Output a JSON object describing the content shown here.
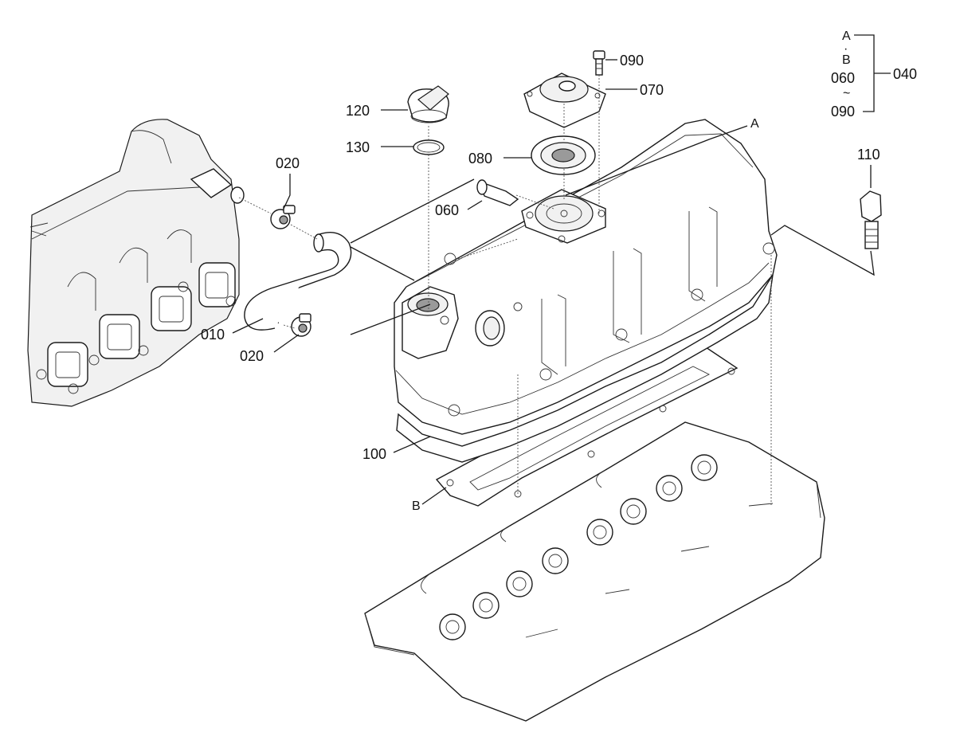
{
  "callouts": {
    "c010": "010",
    "c020_top": "020",
    "c020_bottom": "020",
    "c060": "060",
    "c070": "070",
    "c080": "080",
    "c090": "090",
    "c100": "100",
    "c110": "110",
    "c120": "120",
    "c130": "130",
    "ref_a": "A",
    "ref_b": "B"
  },
  "legend": {
    "from_ref": "A",
    "sep_dot": "·",
    "to_ref": "B",
    "range_start": "060",
    "range_tilde": "~",
    "range_end": "090",
    "assembly": "040"
  }
}
